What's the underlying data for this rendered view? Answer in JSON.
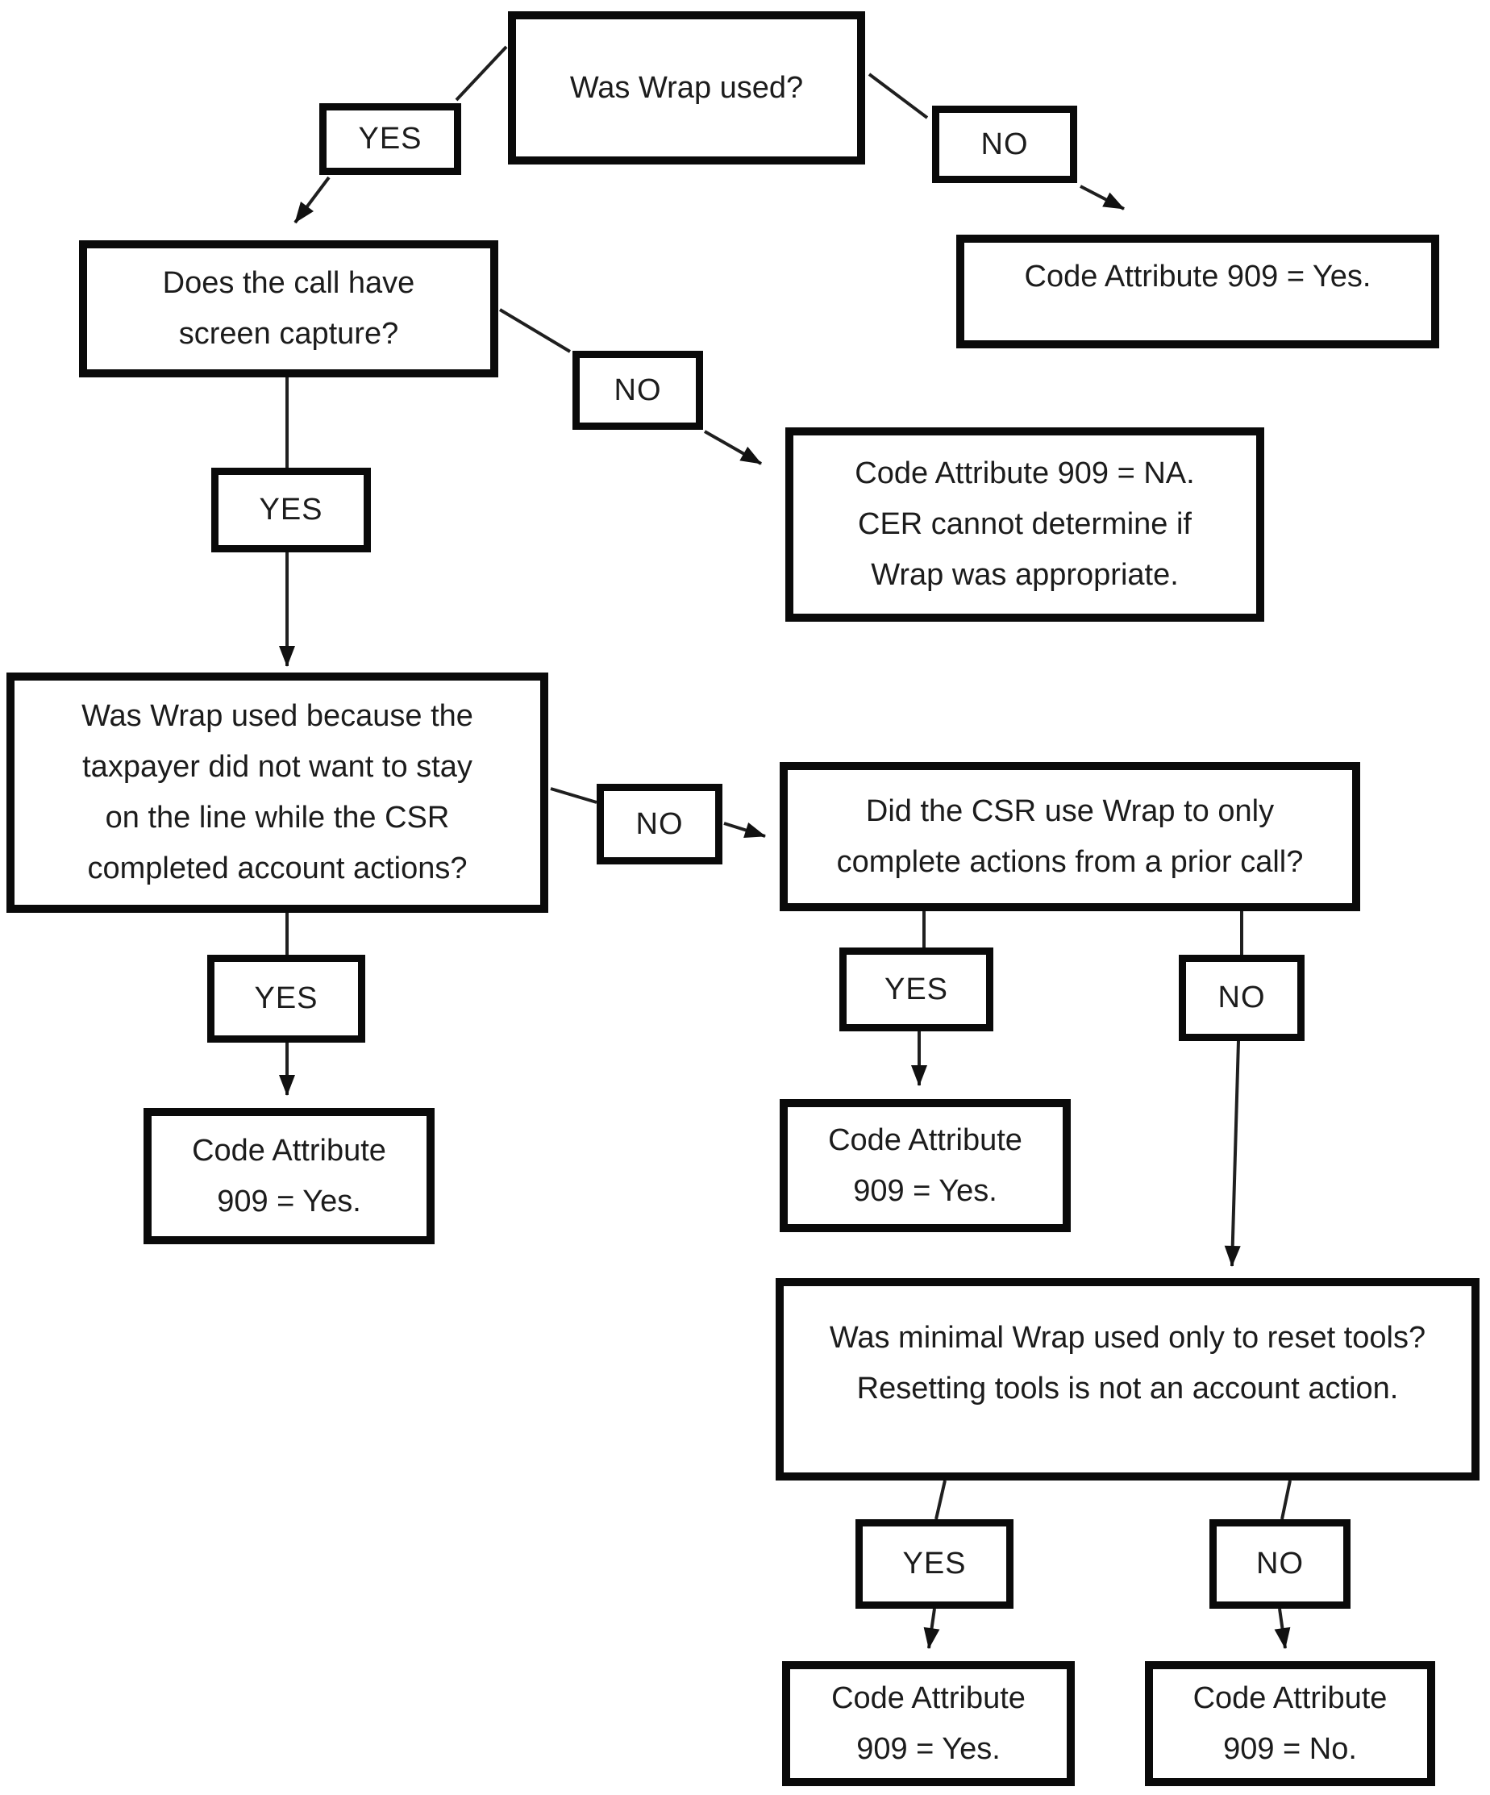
{
  "diagram": {
    "labels": {
      "yes": "YES",
      "no": "NO"
    },
    "nodes": {
      "start": "Was Wrap used?",
      "attr_yes_top": "Code Attribute 909 = Yes.",
      "screen_capture": "Does the call have\nscreen capture?",
      "attr_na": "Code Attribute 909 = NA.\nCER cannot determine if\nWrap was appropriate.",
      "was_wrap_because": "Was Wrap used because the\ntaxpayer did not want to stay\non the line while the CSR\ncompleted account actions?",
      "did_csr_prior_call": "Did the CSR use Wrap to only\ncomplete actions from a prior call?",
      "attr_yes_left": "Code Attribute\n909 = Yes.",
      "attr_yes_mid": "Code Attribute\n909 = Yes.",
      "minimal_wrap": "Was minimal Wrap used only to reset tools?\nResetting tools is not an account action.",
      "attr_yes_bottom": "Code Attribute\n909 = Yes.",
      "attr_no": "Code Attribute\n909 = No."
    }
  }
}
